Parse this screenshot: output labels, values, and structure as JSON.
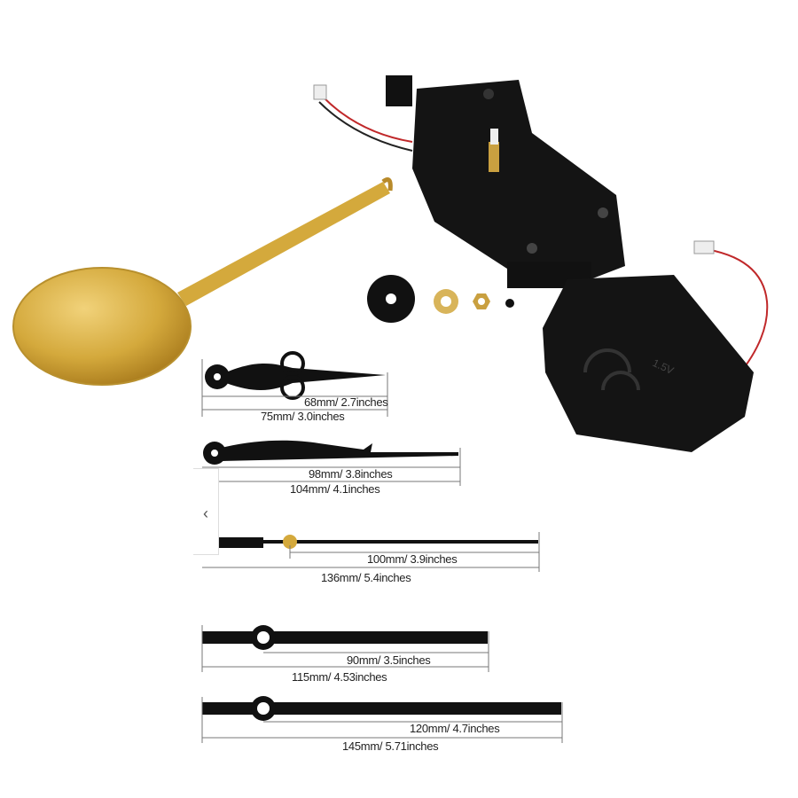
{
  "product": {
    "hands": [
      {
        "inner": "68mm/ 2.7inches",
        "outer": "75mm/ 3.0inches"
      },
      {
        "inner": "98mm/ 3.8inches",
        "outer": "104mm/ 4.1inches"
      },
      {
        "inner": "100mm/ 3.9inches",
        "outer": "136mm/ 5.4inches"
      },
      {
        "inner": "90mm/ 3.5inches",
        "outer": "115mm/ 4.53inches"
      },
      {
        "inner": "120mm/ 4.7inches",
        "outer": "145mm/ 5.71inches"
      }
    ],
    "battery_label": "1.5V",
    "prev_arrow": "‹"
  },
  "colors": {
    "gold": "#d4a93c",
    "black": "#111111",
    "wire": "#c0282a"
  }
}
